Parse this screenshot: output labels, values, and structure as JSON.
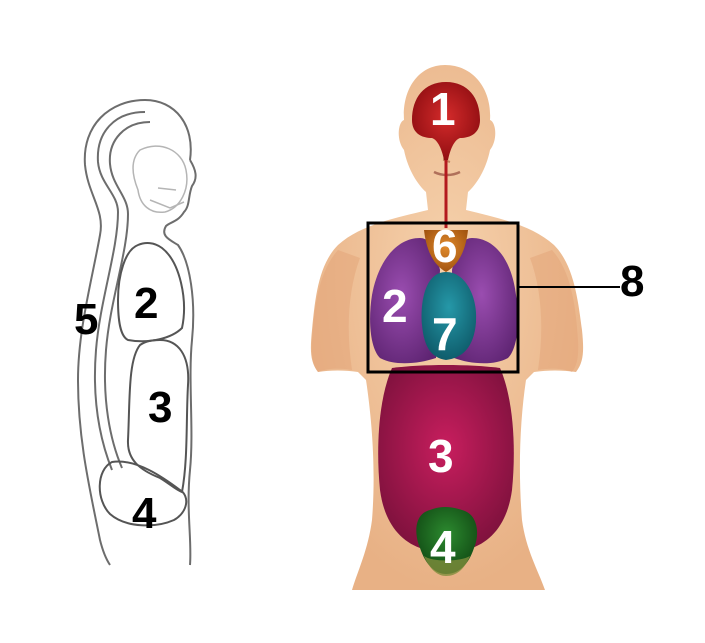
{
  "diagram": {
    "side_view": {
      "labels": [
        "5",
        "2",
        "3",
        "4"
      ]
    },
    "front_view": {
      "labels": [
        "1",
        "6",
        "2",
        "7",
        "3",
        "4"
      ],
      "callout_label": "8"
    },
    "colors": {
      "skin": "#f1c59c",
      "brain": "#b81218",
      "thymus": "#c8701c",
      "lungs": "#7a3590",
      "heart": "#1a7d8e",
      "abdomen": "#a3154c",
      "pelvis": "#1f6b22",
      "outline": "#000000"
    }
  }
}
